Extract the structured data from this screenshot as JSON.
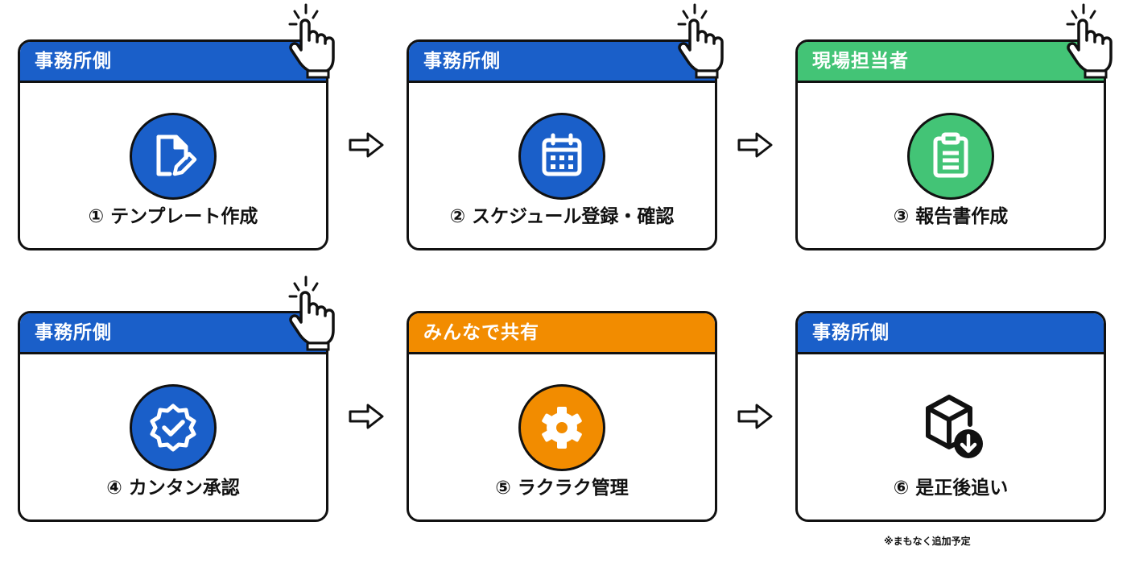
{
  "colors": {
    "blue": "#1a5fc9",
    "green": "#43c476",
    "orange": "#f28c00",
    "outline": "#111111"
  },
  "cards": [
    {
      "header": "事務所側",
      "label": "① テンプレート作成",
      "icon": "document-edit-icon",
      "color": "blue"
    },
    {
      "header": "事務所側",
      "label": "② スケジュール登録・確認",
      "icon": "calendar-icon",
      "color": "blue"
    },
    {
      "header": "現場担当者",
      "label": "③ 報告書作成",
      "icon": "clipboard-icon",
      "color": "green"
    },
    {
      "header": "事務所側",
      "label": "④ カンタン承認",
      "icon": "verified-badge-icon",
      "color": "blue"
    },
    {
      "header": "みんなで共有",
      "label": "⑤ ラクラク管理",
      "icon": "gear-icon",
      "color": "orange"
    },
    {
      "header": "事務所側",
      "label": "⑥ 是正後追い",
      "icon": "box-download-icon",
      "color": "blue"
    }
  ],
  "footnote": "※まもなく追加予定"
}
